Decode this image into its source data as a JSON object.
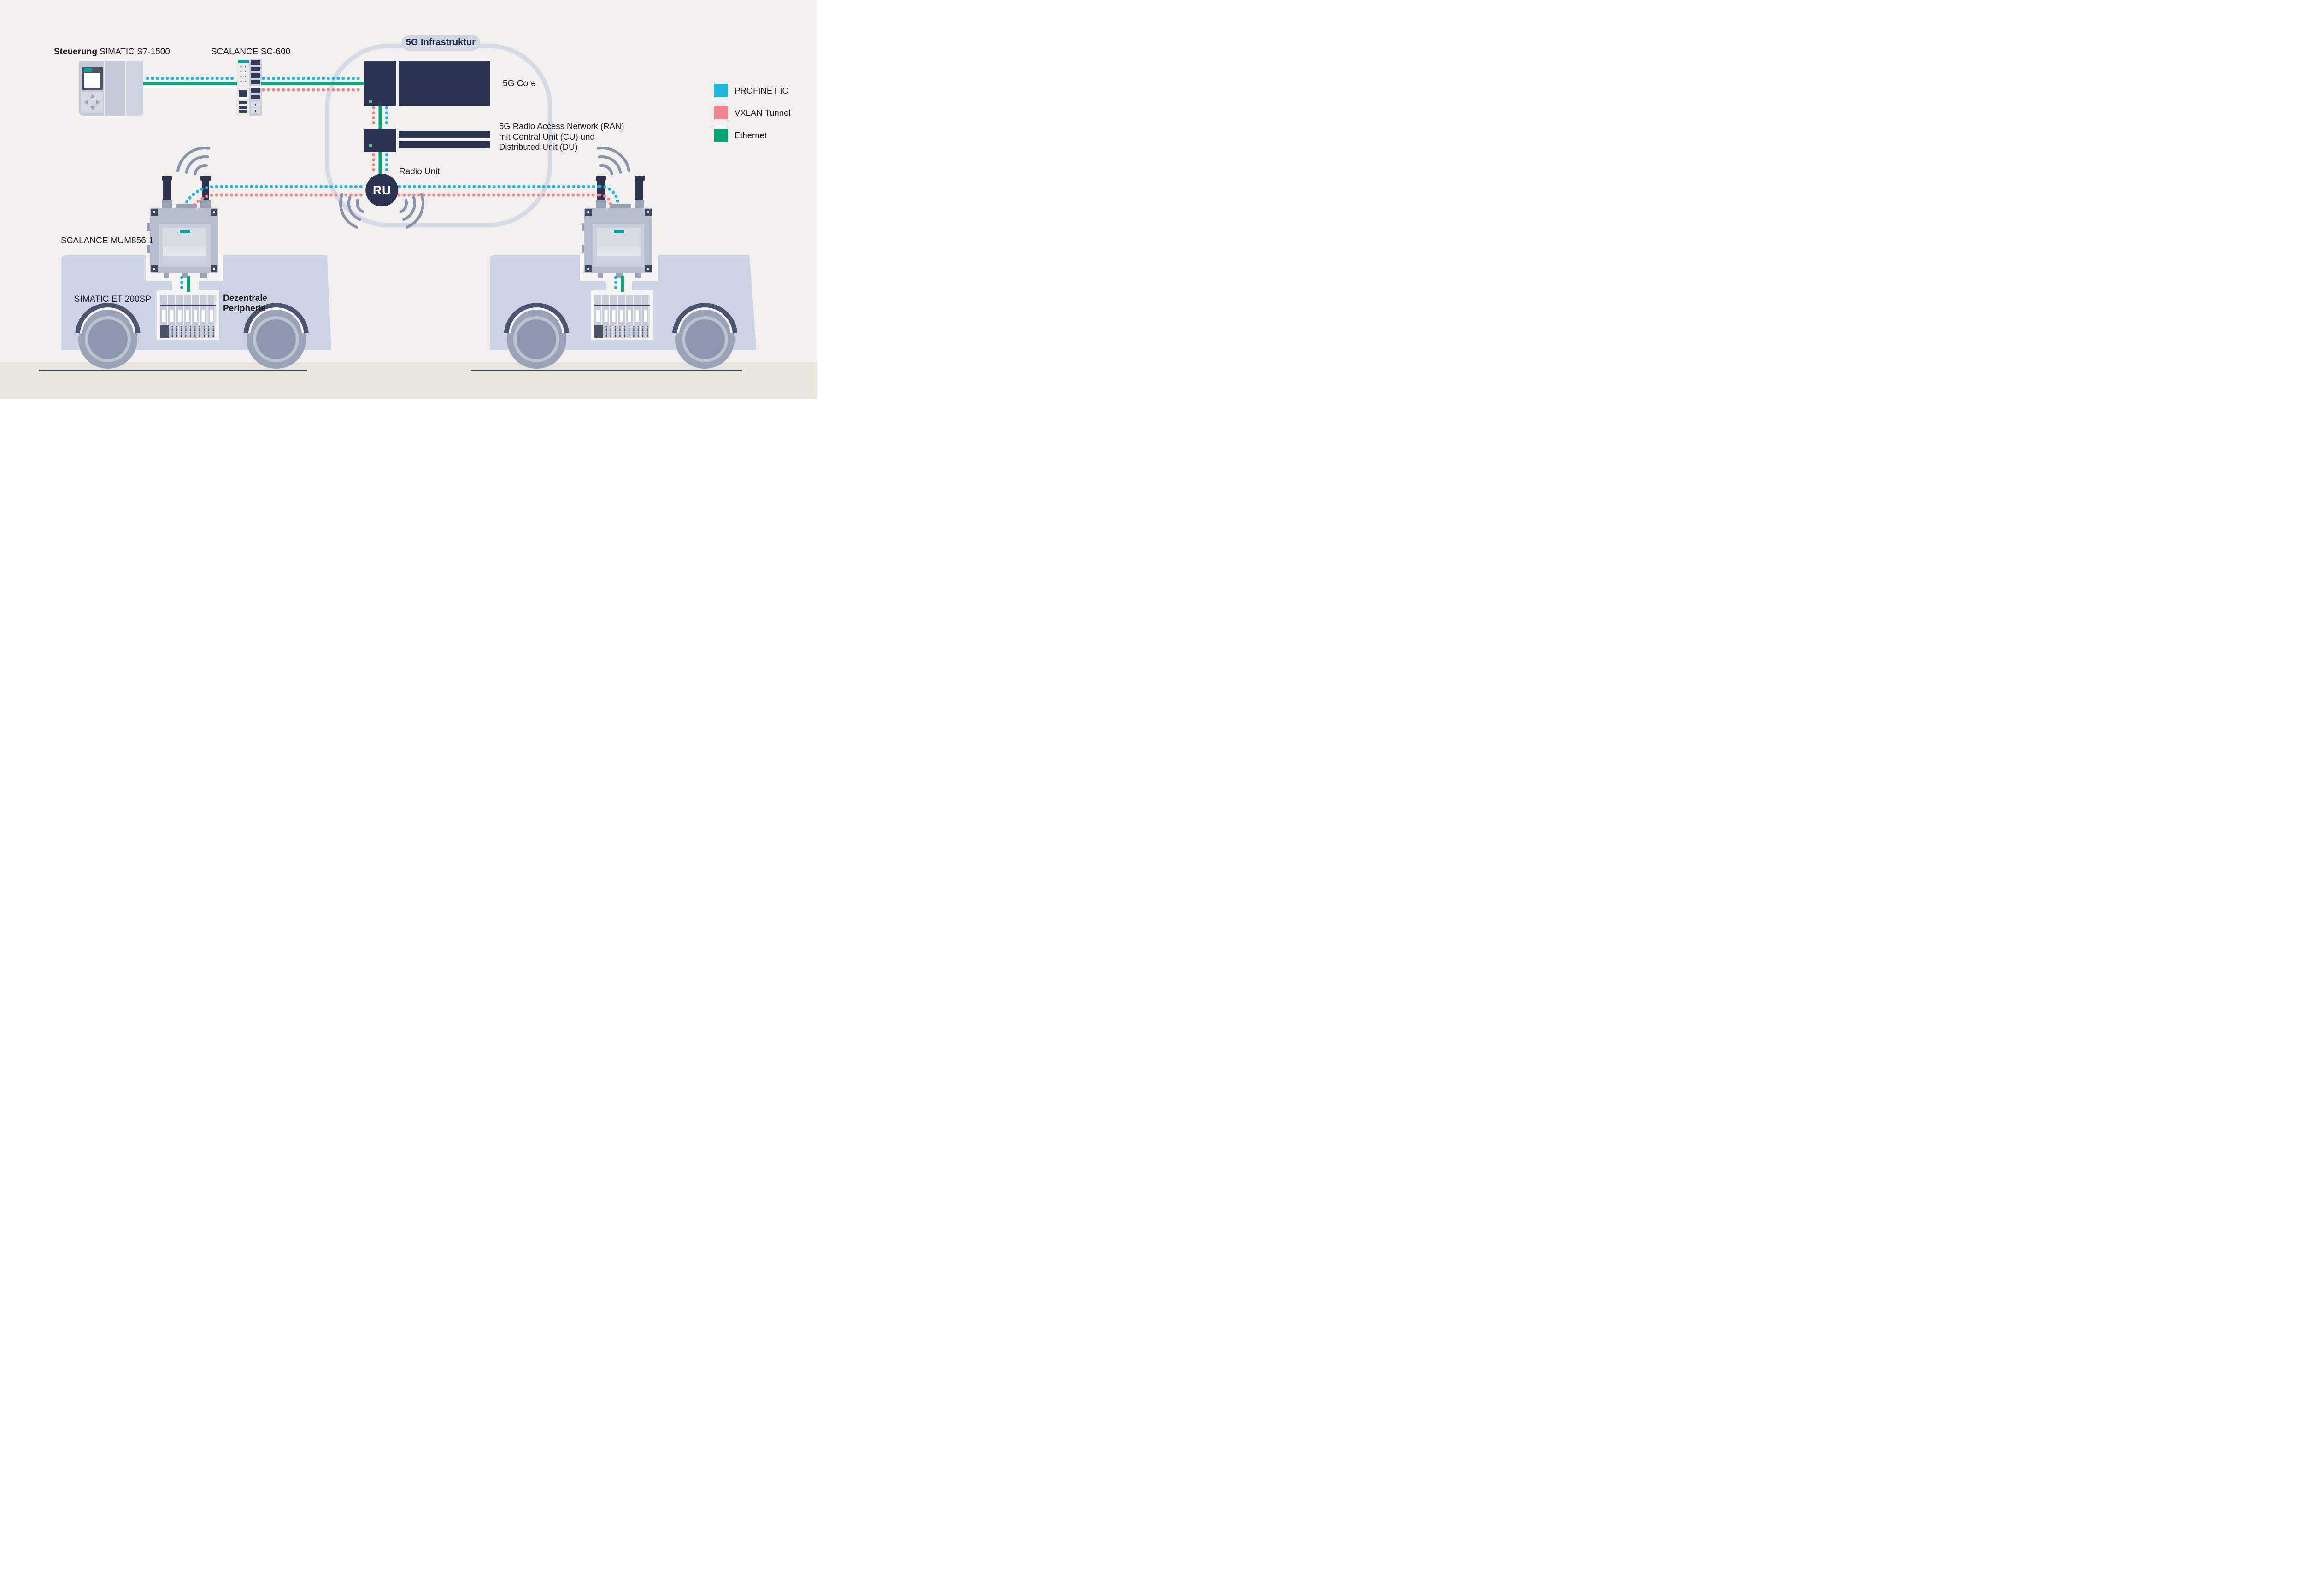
{
  "diagram": {
    "infrastructure_badge": "5G Infrastruktur",
    "ru_badge": "RU"
  },
  "labels": {
    "controller_bold": "Steuerung",
    "controller_model": " SIMATIC S7-1500",
    "firewall": "SCALANCE SC-600",
    "core": "5G Core",
    "ran_line1": "5G Radio Access Network (RAN)",
    "ran_line2": "mit Central Unit (CU) und",
    "ran_line3": "Distributed Unit (DU)",
    "radio_unit": "Radio Unit",
    "modem": "SCALANCE MUM856-1",
    "io_device": "SIMATIC ET 200SP",
    "periphery_line1": "Dezentrale",
    "periphery_line2": "Peripherie"
  },
  "legend": {
    "items": [
      {
        "label": "PROFINET IO",
        "color": "#1db6dc"
      },
      {
        "label": "VXLAN Tunnel",
        "color": "#f0858f"
      },
      {
        "label": "Ethernet",
        "color": "#05a478"
      }
    ]
  },
  "colors": {
    "background": "#f1f0ec",
    "ground": "#e6e4db",
    "navy_block": "#2c3252",
    "loop_outline": "#d6dae7",
    "badge_background": "#d2d7e4",
    "vehicle_body": "#ccd3e4",
    "signal_arc": "#8b93ac",
    "status_indicator": "#6cbc8e",
    "device_teal": "#0d9f9f",
    "profinet_io": "#1db6dc",
    "vxlan_tunnel": "#f0858f",
    "ethernet": "#05a478"
  }
}
